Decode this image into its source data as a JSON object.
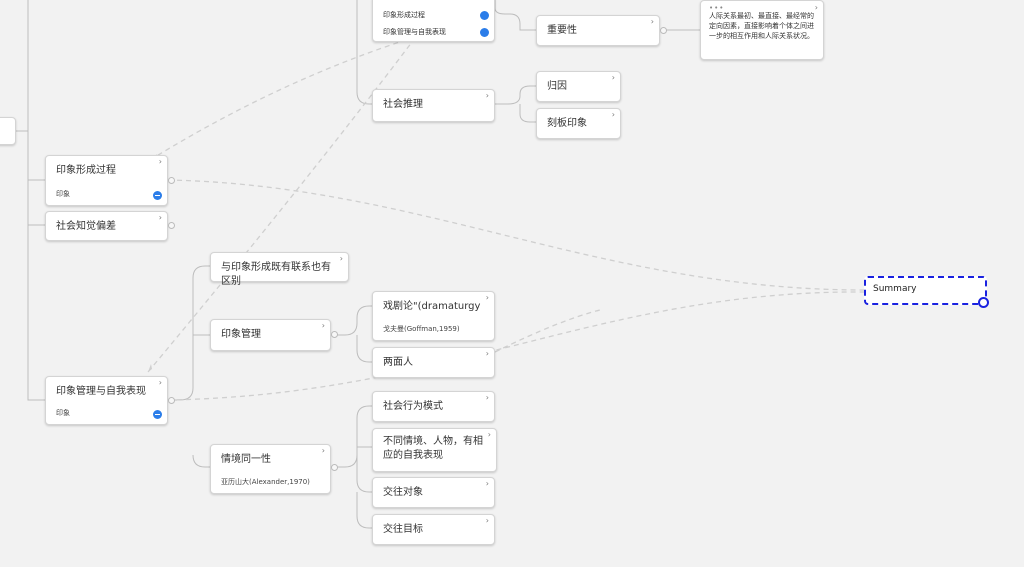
{
  "nodes": {
    "impression_formation": {
      "title": "印象形成过程",
      "sub": "印象"
    },
    "social_perception_bias": {
      "title": "社会知觉偏差"
    },
    "impression_mgmt_self": {
      "title": "印象管理与自我表现",
      "sub": "印象"
    },
    "related_diff": {
      "title": "与印象形成既有联系也有区别"
    },
    "impression_mgmt": {
      "title": "印象管理"
    },
    "situational_identity": {
      "title": "情境同一性",
      "sub": "亚历山大(Alexander,1970)"
    },
    "dramaturgy": {
      "title": "戏剧论\"(dramaturgy",
      "sub": "戈夫曼(Goffman,1959)"
    },
    "two_faced": {
      "title": "两面人"
    },
    "social_behavior_mode": {
      "title": "社会行为模式"
    },
    "different_situations": {
      "title": "不同情境、人物，有相应的自我表现"
    },
    "interaction_object": {
      "title": "交往对象"
    },
    "interaction_goal": {
      "title": "交往目标"
    },
    "top_links_node": {
      "rows": [
        "印象形成过程",
        "印象管理与自我表现"
      ]
    },
    "importance": {
      "title": "重要性"
    },
    "social_inference": {
      "title": "社会推理"
    },
    "attribution": {
      "title": "归因"
    },
    "stereotype": {
      "title": "刻板印象"
    },
    "summary": {
      "title": "Summary"
    }
  },
  "note": {
    "dots": "•••",
    "text": "人际关系最初、最直接、最经常的定向因素，直接影响着个体之间进一步的相互作用和人际关系状况。"
  },
  "icons": {
    "expand": "chevron-right-icon",
    "link": "link-arrow-icon"
  },
  "colors": {
    "accent": "#2b7de9",
    "selection": "#1a22e0",
    "canvas": "#f2f2f2"
  }
}
